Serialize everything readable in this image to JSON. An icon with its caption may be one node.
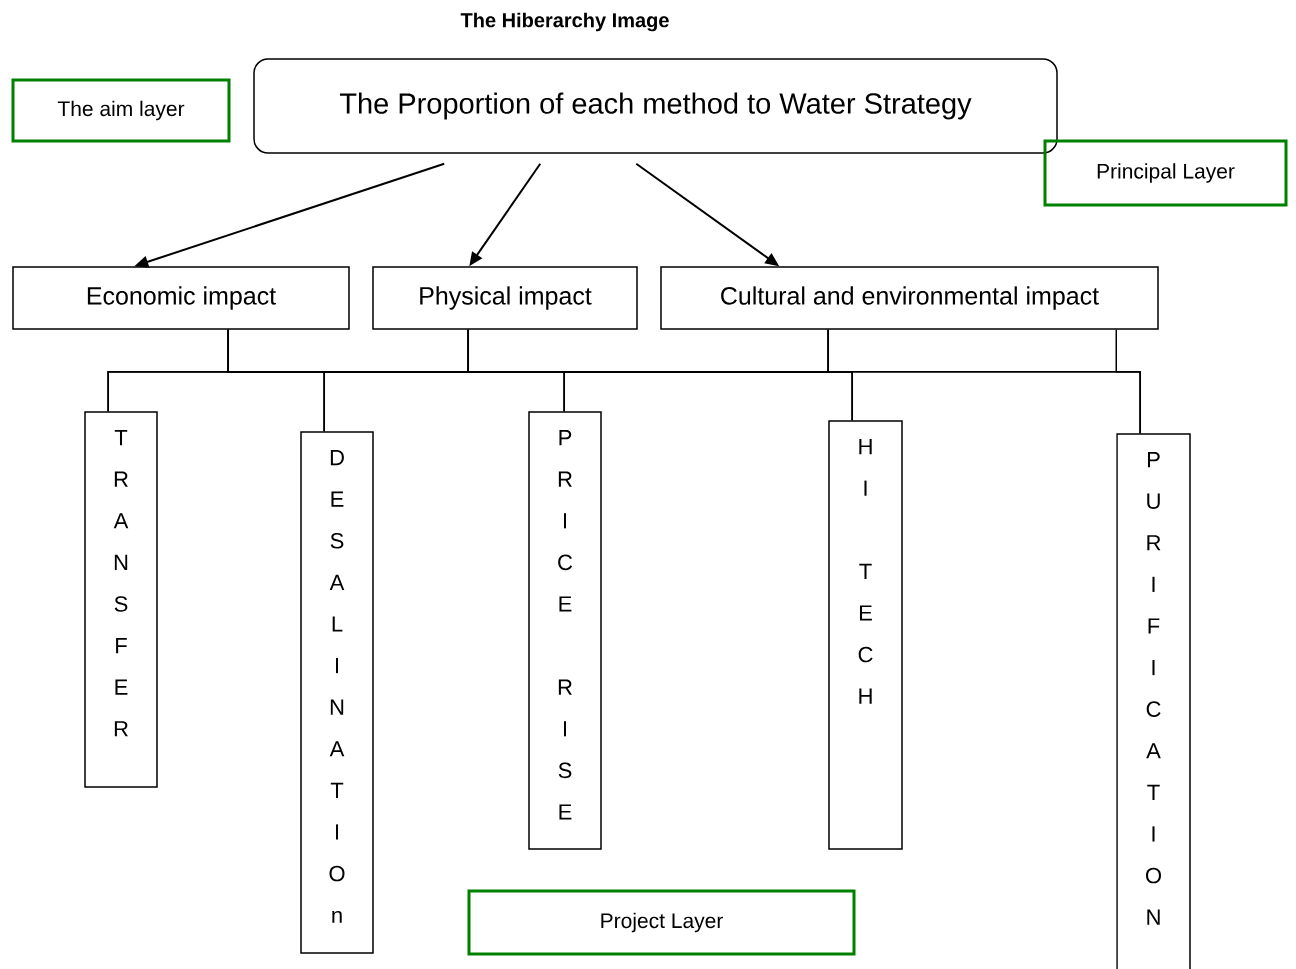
{
  "diagram": {
    "title": "The Hiberarchy Image",
    "nodes": [
      {
        "text": [
          "The Proportion of each method to Water Strategy"
        ]
      },
      {
        "text": [
          "Economic impact"
        ]
      },
      {
        "text": [
          "Physical impact"
        ]
      },
      {
        "text": [
          "Cultural and environmental impact"
        ]
      },
      {
        "text": [
          "TRANSFER"
        ]
      },
      {
        "text": [
          "DESALINATIOn"
        ]
      },
      {
        "text": [
          "PRICE RISE"
        ]
      },
      {
        "text": [
          "HI TECH"
        ]
      },
      {
        "text": [
          "PURIFICATION"
        ]
      },
      {
        "text": [
          "The aim layer"
        ]
      },
      {
        "text": [
          "Principal Layer"
        ]
      },
      {
        "text": [
          "Project Layer"
        ]
      }
    ],
    "edges": [
      {
        "from": 0,
        "to": 1,
        "arrow": "to"
      },
      {
        "from": 0,
        "to": 2,
        "arrow": "to"
      },
      {
        "from": 0,
        "to": 3,
        "arrow": "to"
      },
      {
        "from": 1,
        "to": 4,
        "arrow": "none"
      },
      {
        "from": 1,
        "to": 5,
        "arrow": "none"
      },
      {
        "from": 1,
        "to": 6,
        "arrow": "none"
      },
      {
        "from": 1,
        "to": 7,
        "arrow": "none"
      },
      {
        "from": 1,
        "to": 8,
        "arrow": "none"
      },
      {
        "from": 2,
        "to": 4,
        "arrow": "none"
      },
      {
        "from": 2,
        "to": 5,
        "arrow": "none"
      },
      {
        "from": 2,
        "to": 6,
        "arrow": "none"
      },
      {
        "from": 2,
        "to": 7,
        "arrow": "none"
      },
      {
        "from": 2,
        "to": 8,
        "arrow": "none"
      },
      {
        "from": 3,
        "to": 4,
        "arrow": "none"
      },
      {
        "from": 3,
        "to": 5,
        "arrow": "none"
      },
      {
        "from": 3,
        "to": 6,
        "arrow": "none"
      },
      {
        "from": 3,
        "to": 7,
        "arrow": "none"
      },
      {
        "from": 3,
        "to": 8,
        "arrow": "none"
      }
    ]
  }
}
